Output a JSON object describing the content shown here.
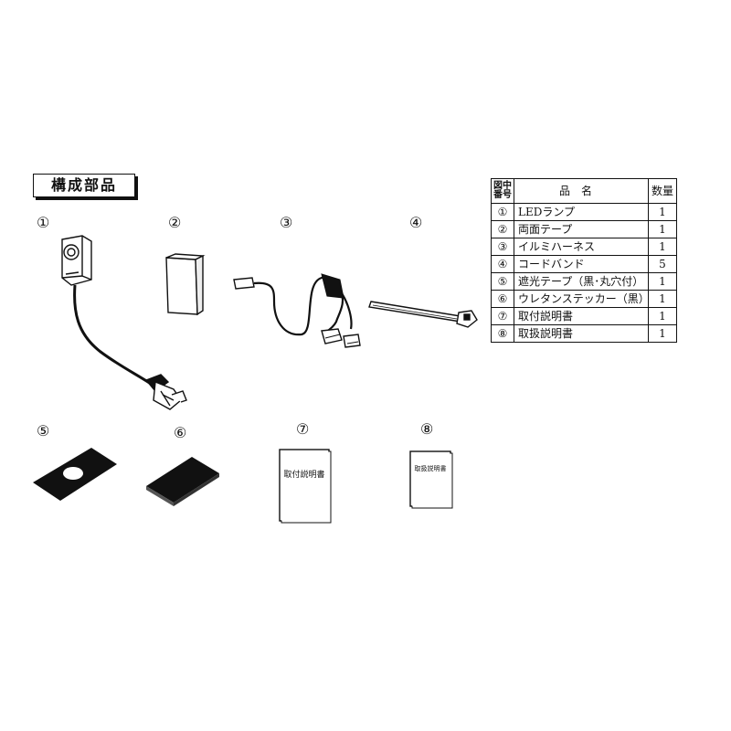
{
  "section_title": "構成部品",
  "figure_labels": [
    "①",
    "②",
    "③",
    "④",
    "⑤",
    "⑥",
    "⑦",
    "⑧"
  ],
  "booklets": {
    "install_manual": "取付説明書",
    "handling_manual": "取扱説明書"
  },
  "table": {
    "headers": {
      "no_top": "図中",
      "no_bottom": "番号",
      "name": "品名",
      "qty": "数量"
    },
    "rows": [
      {
        "no": "①",
        "name": "LEDランプ",
        "qty": "1"
      },
      {
        "no": "②",
        "name": "両面テープ",
        "qty": "1"
      },
      {
        "no": "③",
        "name": "イルミハーネス",
        "qty": "1"
      },
      {
        "no": "④",
        "name": "コードバンド",
        "qty": "5"
      },
      {
        "no": "⑤",
        "name": "遮光テープ（黒･丸穴付）",
        "qty": "1"
      },
      {
        "no": "⑥",
        "name": "ウレタンステッカー（黒）",
        "qty": "1"
      },
      {
        "no": "⑦",
        "name": "取付説明書",
        "qty": "1"
      },
      {
        "no": "⑧",
        "name": "取扱説明書",
        "qty": "1"
      }
    ]
  },
  "colors": {
    "ink": "#111111",
    "paper": "#ffffff"
  }
}
